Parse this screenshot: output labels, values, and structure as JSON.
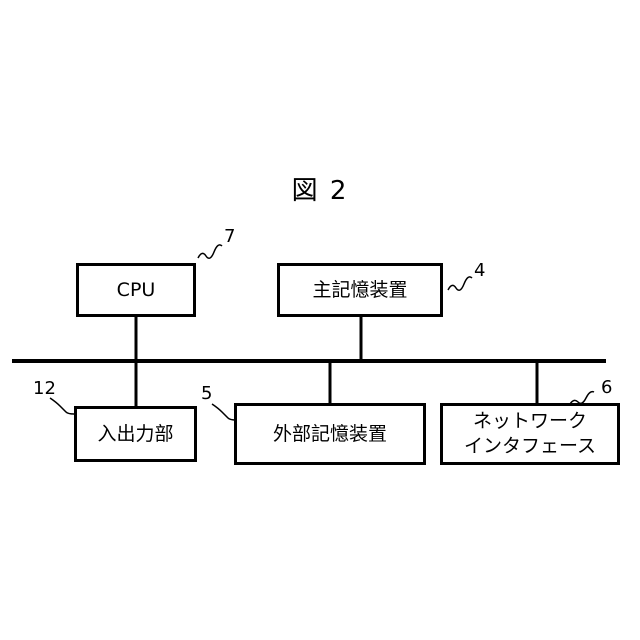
{
  "figure": {
    "title": "図 2"
  },
  "boxes": {
    "cpu": {
      "label": "CPU",
      "ref": "7"
    },
    "main_memory": {
      "label": "主記憶装置",
      "ref": "4"
    },
    "io": {
      "label": "入出力部",
      "ref": "12"
    },
    "external_storage": {
      "label": "外部記憶装置",
      "ref": "5"
    },
    "network": {
      "line1": "ネットワーク",
      "line2": "インタフェース",
      "ref": "6"
    }
  }
}
